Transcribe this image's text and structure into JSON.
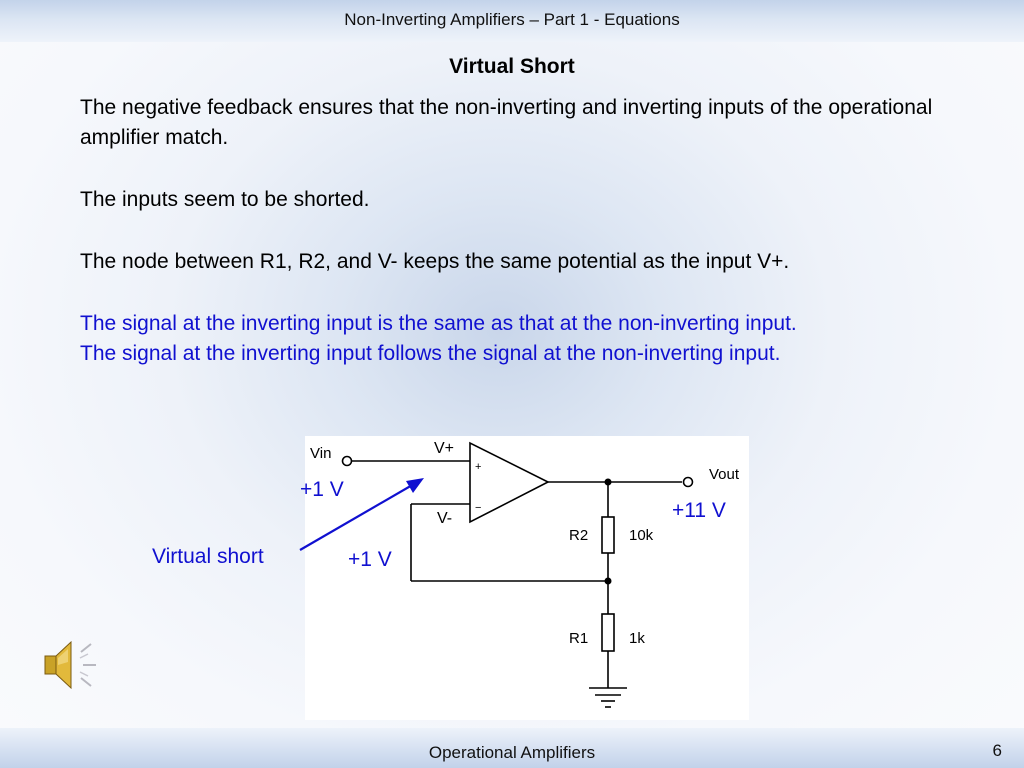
{
  "header": {
    "title": "Non-Inverting Amplifiers – Part 1 - Equations"
  },
  "slide": {
    "title": "Virtual Short",
    "paragraphs": {
      "p1": "The negative feedback ensures that the non-inverting and inverting inputs of the operational amplifier match.",
      "p2": "The inputs seem to be shorted.",
      "p3": "The node between R1,  R2, and V- keeps the same potential as the input V+.",
      "p4_line1": "The signal at the inverting input is the same as that at the non-inverting input.",
      "p4_line2": "The signal at the inverting input follows the signal at the non-inverting input."
    },
    "text_colors": {
      "body": "#000000",
      "emphasis": "#1010d0"
    }
  },
  "circuit": {
    "vin_label": "Vin",
    "vplus_label": "V+",
    "vminus_label": "V-",
    "plus_sign": "+",
    "minus_sign": "−",
    "vout_label": "Vout",
    "r2_label": "R2",
    "r2_value": "10k",
    "r1_label": "R1",
    "r1_value": "1k"
  },
  "annotations": {
    "vin_voltage": "+1 V",
    "vminus_voltage": "+1 V",
    "vout_voltage": "+11 V",
    "virtual_short_label": "Virtual short",
    "color": "#1010d0"
  },
  "speaker": {
    "icon": "speaker-icon"
  },
  "footer": {
    "title": "Operational Amplifiers",
    "page_number": "6"
  }
}
